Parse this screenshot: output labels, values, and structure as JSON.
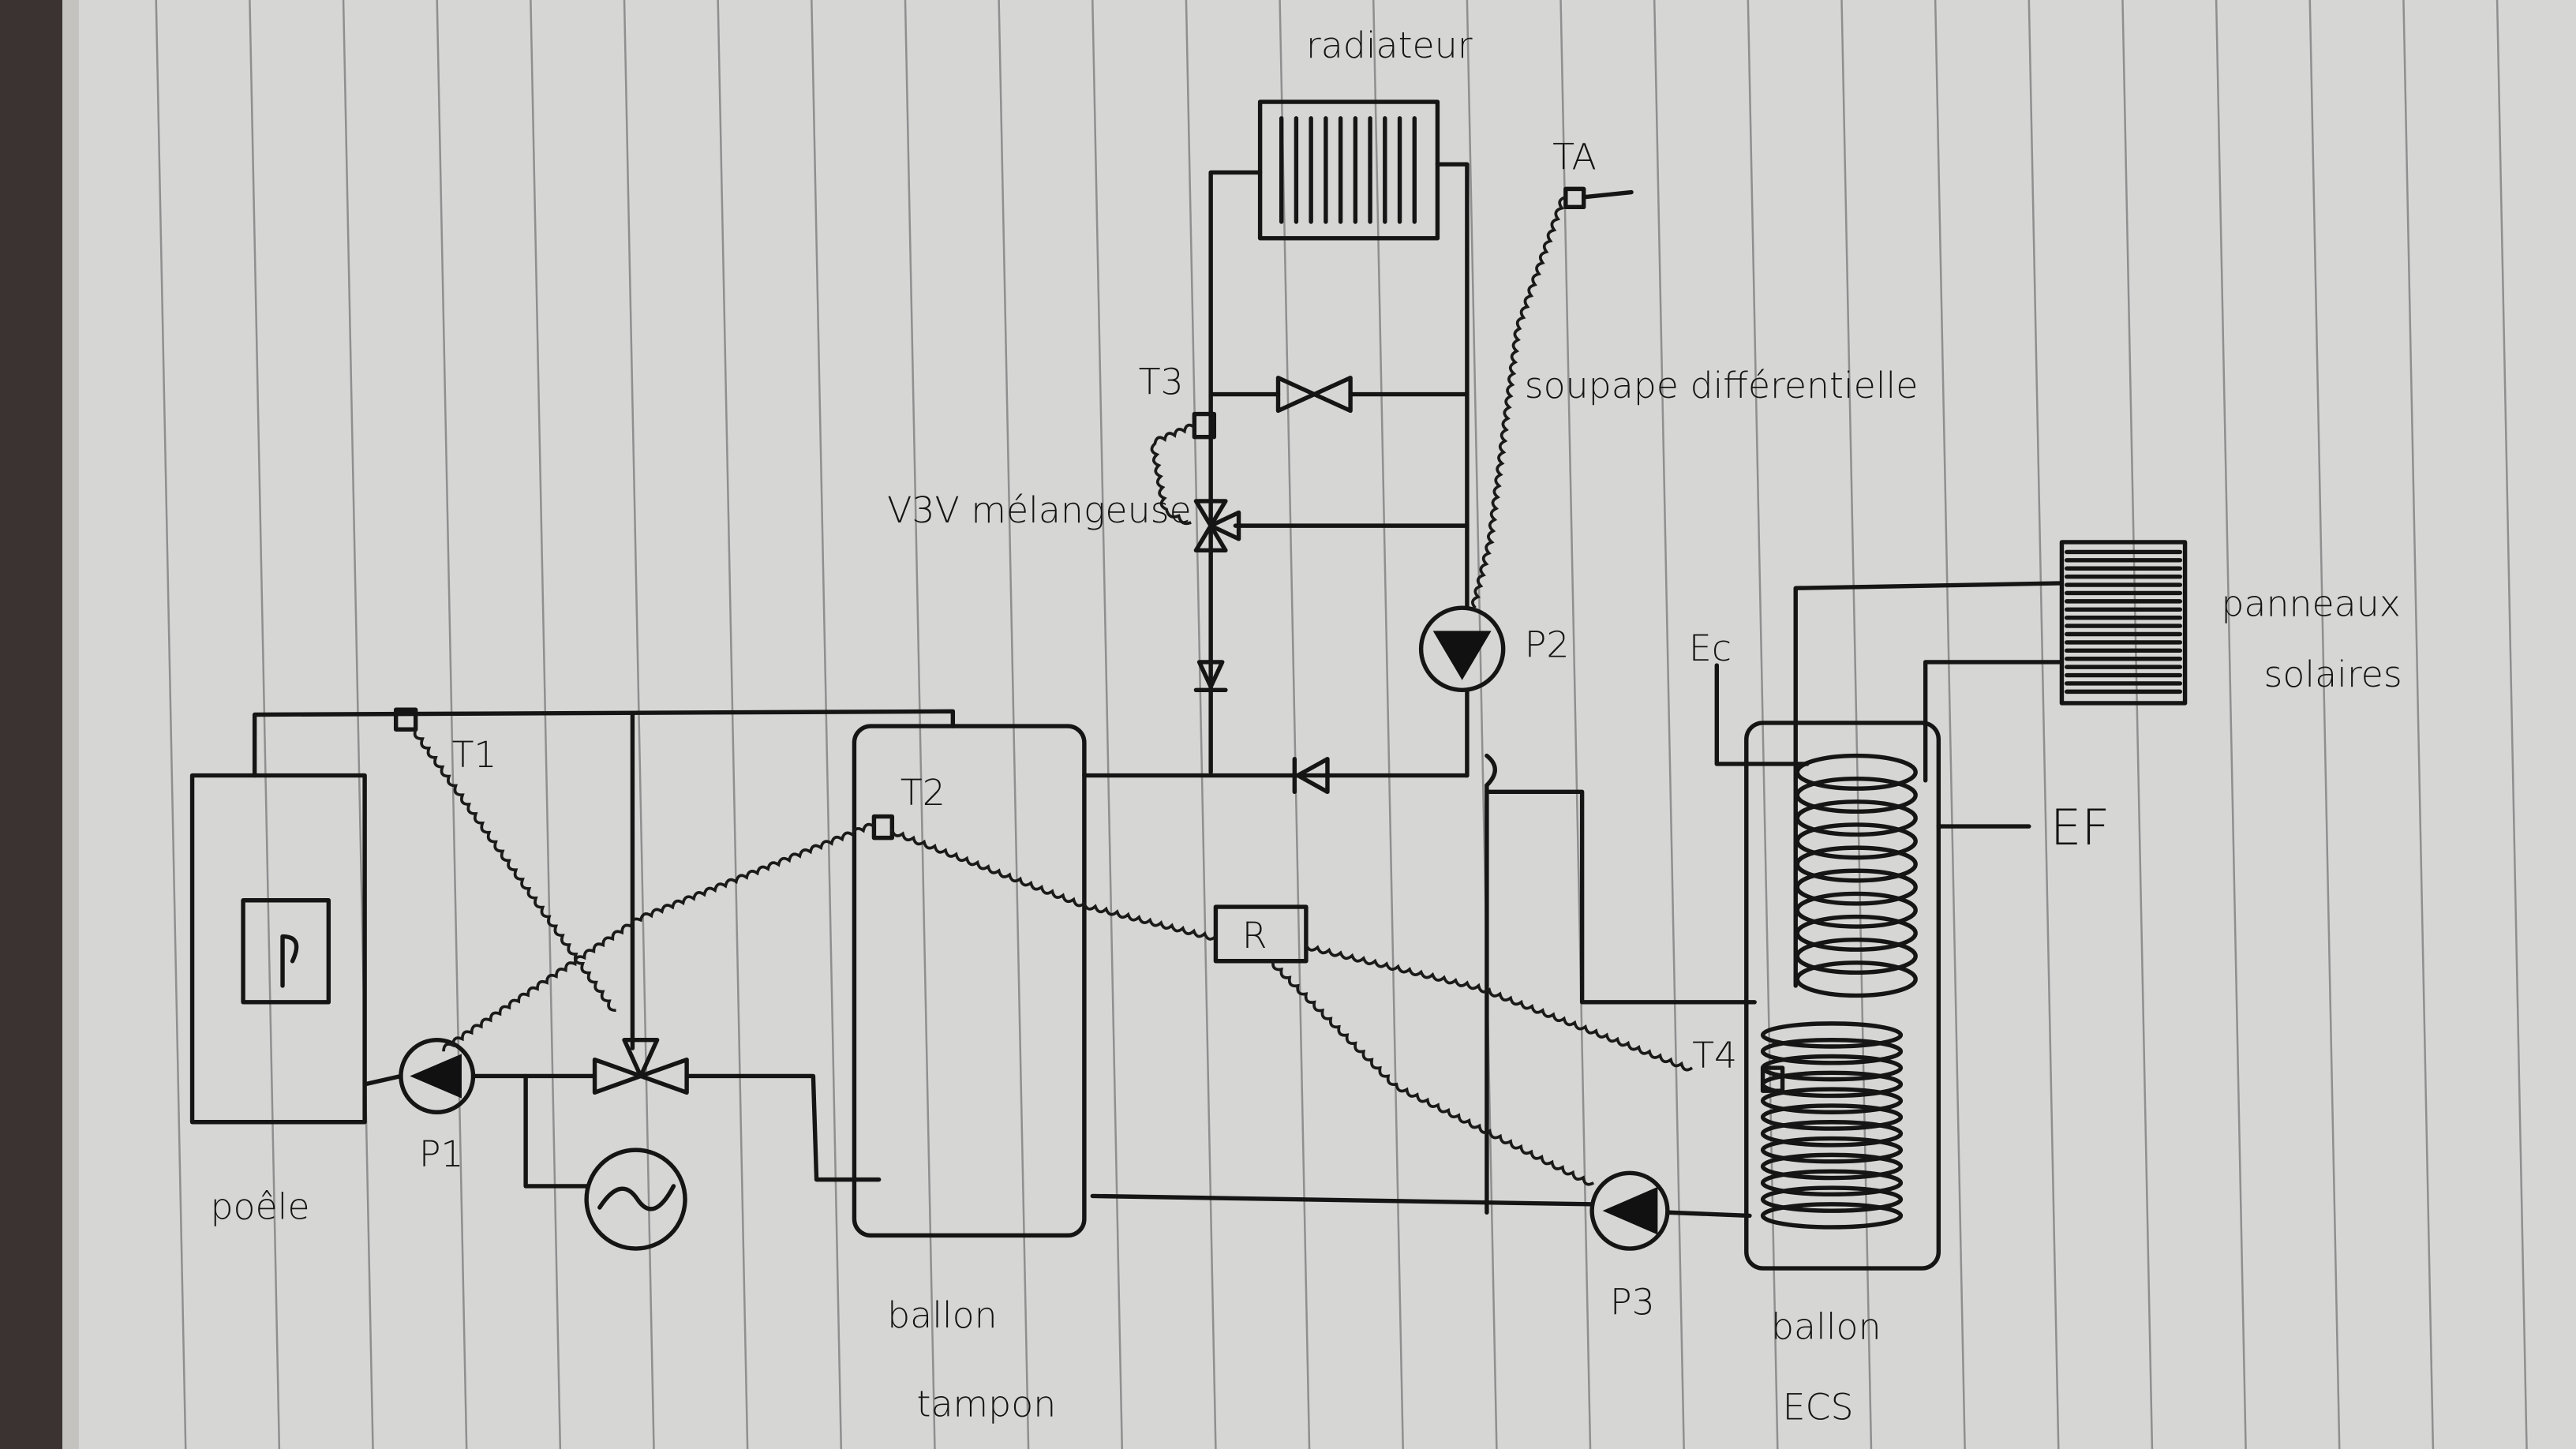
{
  "labels": {
    "radiator": "radiateur",
    "sensor_ta": "TA",
    "sensor_t3": "T3",
    "diff_valve": "soupape différentielle",
    "mixing_valve": "V3V mélangeuse",
    "pump_p2": "P2",
    "hot_water": "Ec",
    "solar_line1": "panneaux",
    "solar_line2": "solaires",
    "cold_water": "EF",
    "sensor_t1": "T1",
    "sensor_t2": "T2",
    "regulator": "R",
    "sensor_t4": "T4",
    "stove": "poêle",
    "pump_p1": "P1",
    "buffer_line1": "ballon",
    "buffer_line2": "tampon",
    "pump_p3": "P3",
    "dhw_line1": "ballon",
    "dhw_line2": "ECS"
  },
  "colors": {
    "paper": "#d6d6d4",
    "ink": "#151515",
    "rule": "#8f8f90"
  }
}
